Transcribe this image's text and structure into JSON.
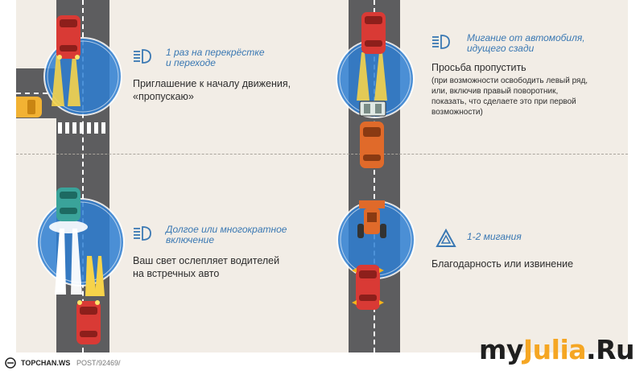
{
  "colors": {
    "panel_bg": "#f2ede6",
    "road": "#5d5d5f",
    "heading_blue": "#3a78b3",
    "circle_blue": "#2f7fd3",
    "car_red": "#d93a35",
    "car_orange": "#e06a2a",
    "car_teal": "#3aa39a",
    "taxi_yellow": "#f2b233",
    "beam_yellow": "#f6d34a"
  },
  "icons": {
    "headlight": "headlight-icon",
    "hazard": "hazard-triangle-icon"
  },
  "sections": {
    "top_left": {
      "heading": "1 раз на перекрёстке\nи переходе",
      "body": "Приглашение к началу движения,\n«пропускаю»"
    },
    "bottom_left": {
      "heading": "Долгое или многократное\nвключение",
      "body": "Ваш свет ослепляет водителей\nна встречных авто"
    },
    "top_right": {
      "heading": "Мигание от автомобиля,\nидущего сзади",
      "body": "Просьба пропустить",
      "detail": "(при возможности освободить левый ряд,\nили, включив правый поворотник,\nпоказать, что сделаете это при первой\nвозможности)"
    },
    "bottom_right": {
      "heading": "1-2 мигания",
      "body": "Благодарность или извинение"
    }
  },
  "footer": {
    "site": "TOPCHAN.WS",
    "path": "POST/92469/"
  },
  "logo": {
    "part1": "my",
    "part2": "Julia",
    "part3": ".Ru"
  }
}
